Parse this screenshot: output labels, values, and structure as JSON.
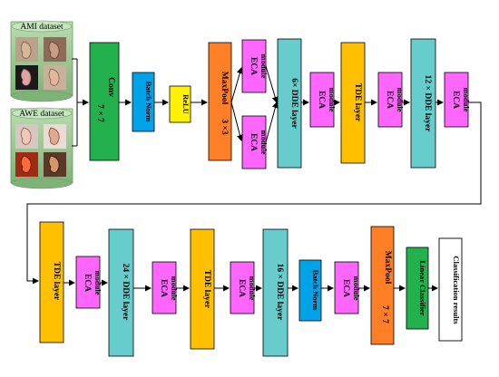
{
  "datasets": [
    {
      "label": "AMI dataset"
    },
    {
      "label": "AWE dataset"
    }
  ],
  "blocks": {
    "conv": {
      "label": "Conv",
      "kernel": "7 × 7"
    },
    "bn1": {
      "label": "Batch Norm"
    },
    "relu": {
      "label": "ReLU"
    },
    "maxpool1": {
      "label": "MaxPool",
      "kernel": "3 ×3"
    },
    "eca_a": {
      "label": "ECA",
      "sub": "module"
    },
    "eca_b": {
      "label": "ECA",
      "sub": "module"
    },
    "dde6": {
      "label": "6× DDE layer"
    },
    "eca_c": {
      "label": "ECA",
      "sub": "module"
    },
    "tde1": {
      "label": "TDE layer"
    },
    "eca_d": {
      "label": "ECA",
      "sub": "module"
    },
    "dde12": {
      "label": "12 × DDE layer"
    },
    "eca_e": {
      "label": "ECA",
      "sub": "module"
    },
    "tde2": {
      "label": "TDE layer"
    },
    "eca_f": {
      "label": "ECA",
      "sub": "module"
    },
    "dde24": {
      "label": "24 × DDE layer"
    },
    "eca_g": {
      "label": "ECA",
      "sub": "module"
    },
    "tde3": {
      "label": "TDE layer"
    },
    "eca_h": {
      "label": "ECA",
      "sub": "module"
    },
    "dde16": {
      "label": "16 × DDE layer"
    },
    "bn2": {
      "label": "Batch Norm"
    },
    "eca_i": {
      "label": "ECA",
      "sub": "module"
    },
    "maxpool2": {
      "label": "MaxPool",
      "kernel": "7 × 7"
    },
    "linear": {
      "label": "Linear Classifier"
    },
    "results": {
      "label": "Classification results"
    }
  },
  "colors": {
    "conv": "#22b14c",
    "batch_norm": "#00a2e8",
    "relu": "#fff200",
    "maxpool": "#ff7f27",
    "eca": "#ff66ff",
    "dde": "#66cccc",
    "tde": "#ffc000",
    "linear": "#22b14c",
    "results": "#ffffff",
    "dataset_bg": "#8fbf86"
  }
}
